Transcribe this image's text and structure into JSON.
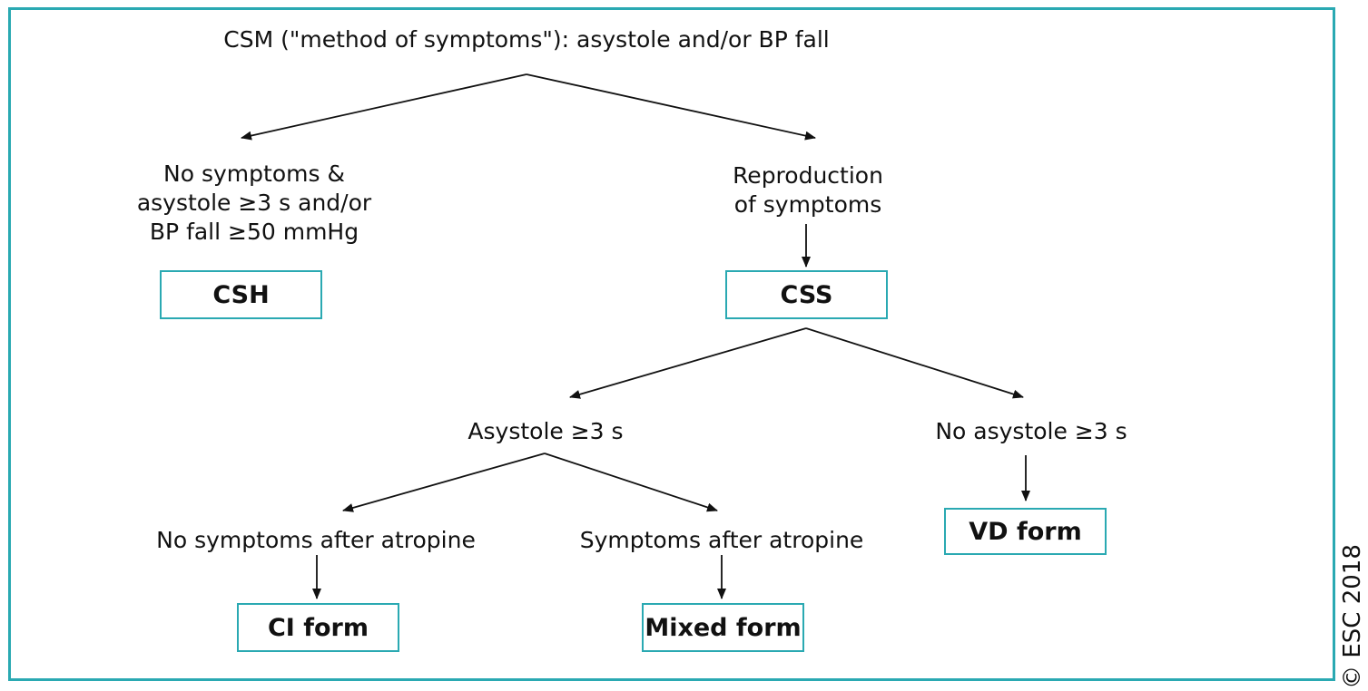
{
  "title": "CSM (\"method of symptoms\"): asystole and/or BP fall",
  "left_branch": {
    "condition_lines": [
      "No symptoms &",
      "asystole ≥3 s and/or",
      "BP fall ≥50 mmHg"
    ],
    "box": "CSH"
  },
  "right_branch": {
    "condition_lines": [
      "Reproduction",
      "of symptoms"
    ],
    "box": "CSS",
    "asystole": {
      "label": "Asystole ≥3 s",
      "no_symptoms": {
        "label": "No symptoms after atropine",
        "box": "CI form"
      },
      "symptoms": {
        "label": "Symptoms after atropine",
        "box": "Mixed form"
      }
    },
    "no_asystole": {
      "label": "No asystole ≥3 s",
      "box": "VD form"
    }
  },
  "copyright": "© ESC 2018",
  "colors": {
    "border": "#2aa9b2",
    "text": "#111111"
  }
}
